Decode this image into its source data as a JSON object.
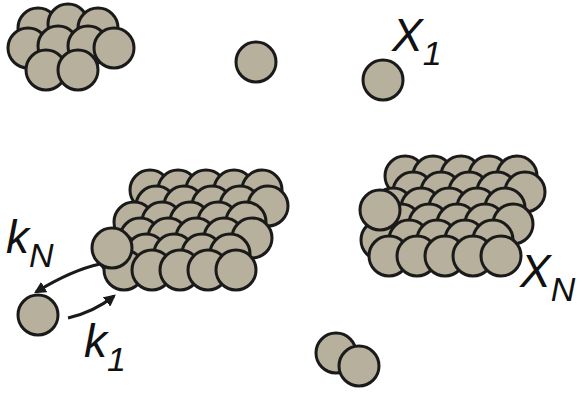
{
  "diagram": {
    "labels": [
      "X1",
      "kN",
      "XN",
      "k1"
    ]
  }
}
